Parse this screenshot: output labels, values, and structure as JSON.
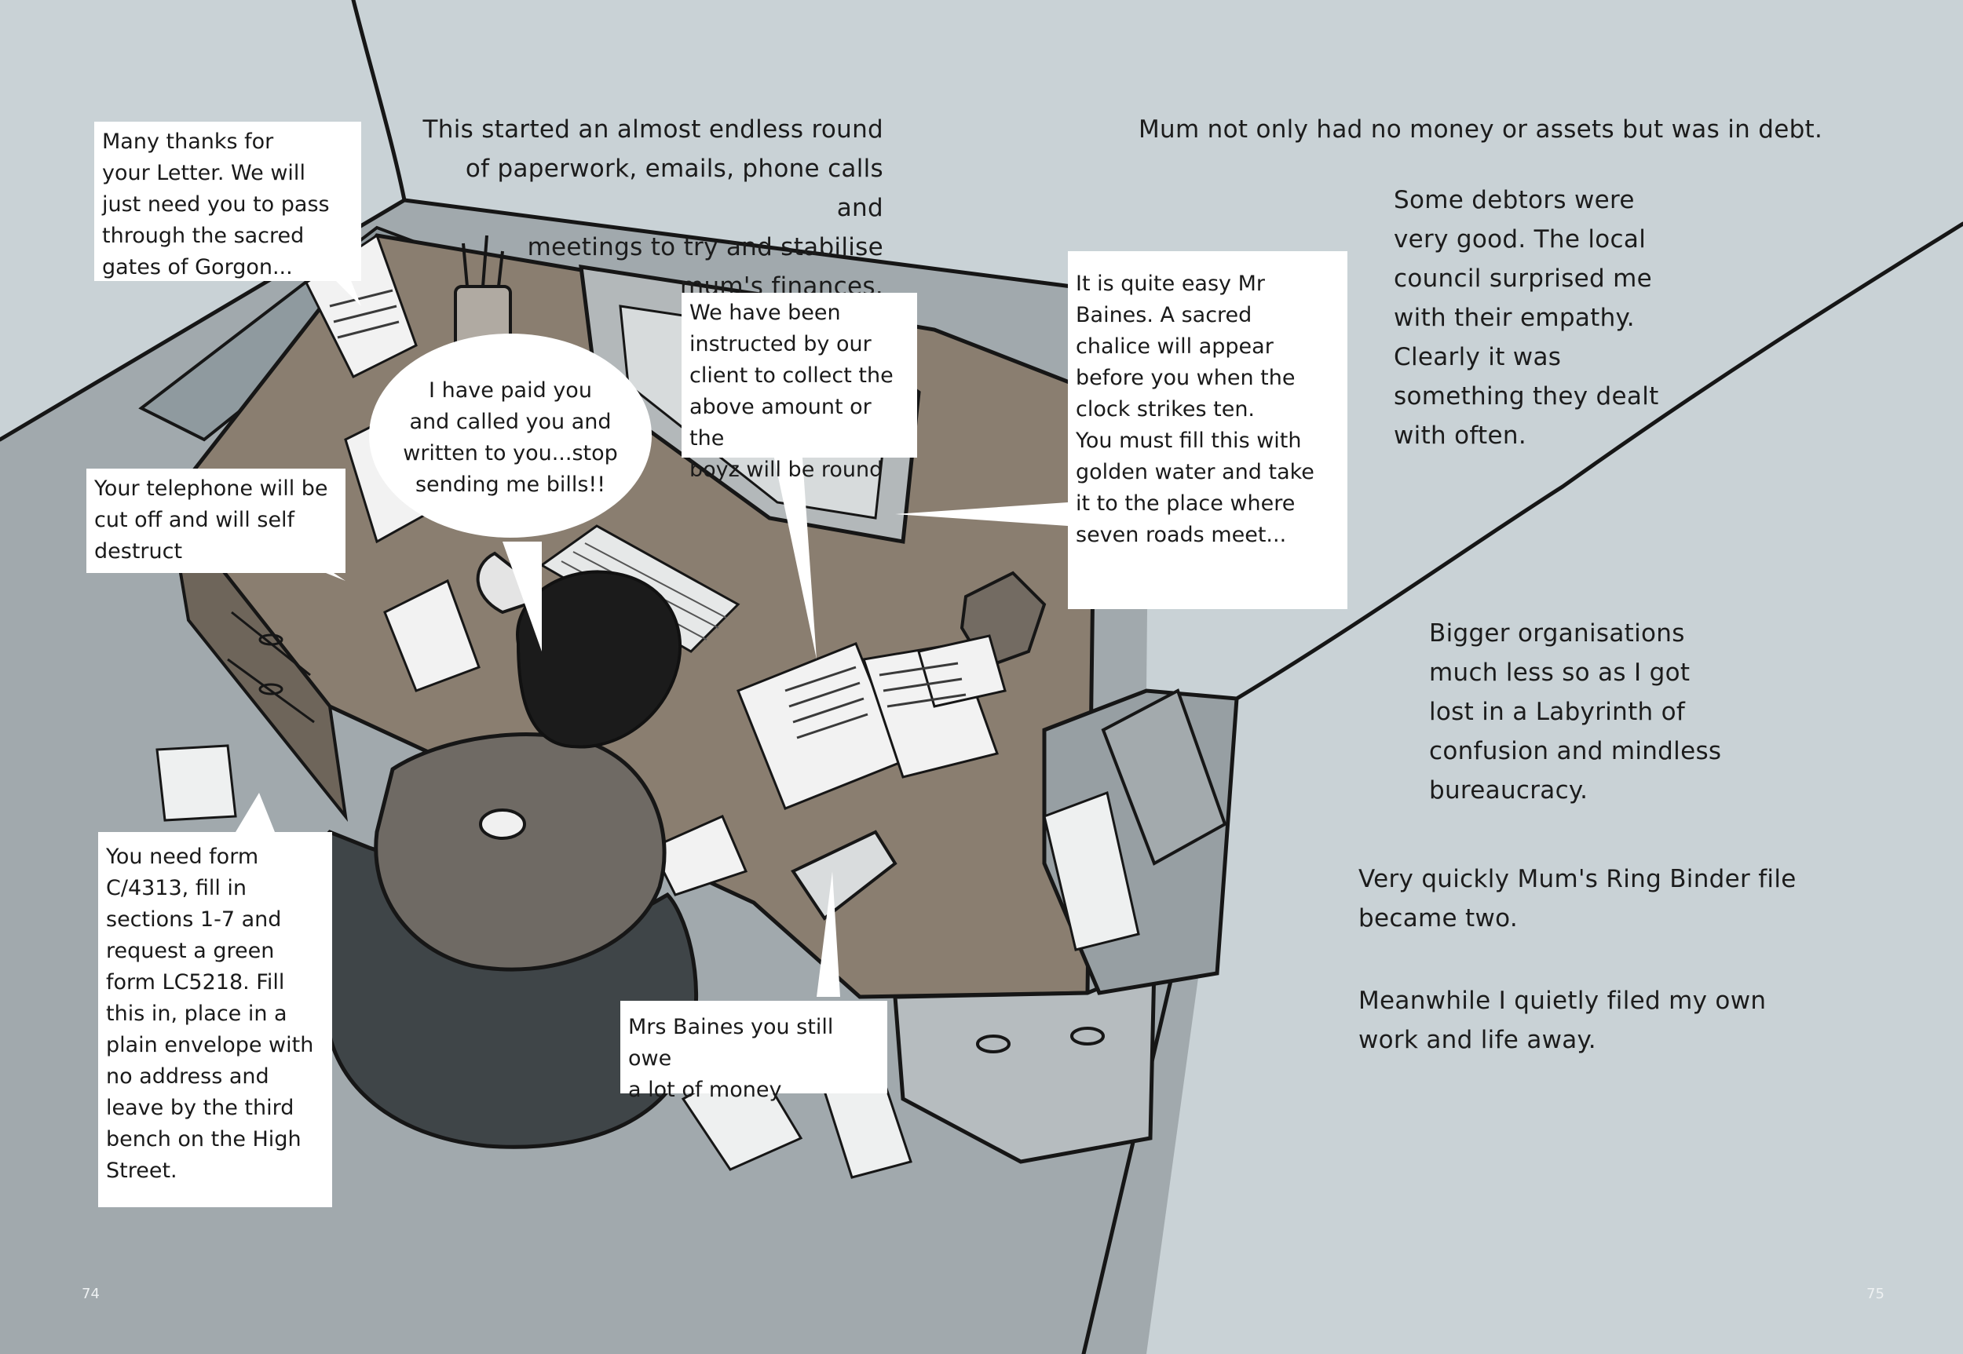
{
  "page": {
    "left_number": "74",
    "right_number": "75"
  },
  "captions": {
    "intro": "This started an almost endless round\nof paperwork, emails, phone calls and\nmeetings to try and stabilise\nmum's finances.",
    "debt": "Mum not only had no money or assets but was in debt.",
    "debtors": "Some debtors were\nvery good.  The local\ncouncil surprised me\nwith their empathy.\nClearly it was\nsomething they dealt\nwith often.",
    "bigger": "Bigger organisations\nmuch less so as I got\nlost in a Labyrinth of\nconfusion and mindless\nbureaucracy.",
    "binder": "Very quickly Mum's Ring Binder file\nbecame two.",
    "meanwhile": "Meanwhile I quietly filed my own\nwork and life away."
  },
  "speech": {
    "gorgon": "Many thanks for\nyour Letter.  We will\njust need you to pass\nthrough the sacred\ngates of Gorgon...",
    "telephone": "Your telephone will be\ncut off and will self\ndestruct",
    "paid": "I have paid you\nand called you and\nwritten to you...stop\nsending me bills!!",
    "instructed": "We have been\ninstructed by our\nclient to collect the\nabove amount or the\nboyz will be round",
    "chalice": "It is quite easy Mr\nBaines.  A sacred\nchalice will appear\nbefore you when the\nclock strikes ten.\nYou must fill this with\ngolden water and take\nit to the place where\nseven roads meet...",
    "form": "You need form\nC/4313, fill in\nsections 1-7 and\nrequest a green\nform LC5218.  Fill\nthis in, place in a\nplain envelope with\nno address and\nleave by the third\nbench on the High\nStreet.",
    "owe": "Mrs Baines you still owe\na lot of money"
  },
  "colors": {
    "wall": "#c9d2d6",
    "floor": "#9fa7ab",
    "desk": "#8a7e70",
    "desk_side": "#6e655a",
    "chair": "#3f4548",
    "hair": "#1b1b1b",
    "shirt": "#6f6a64",
    "paper": "#f2f2f2",
    "ink": "#1a1a1a"
  }
}
